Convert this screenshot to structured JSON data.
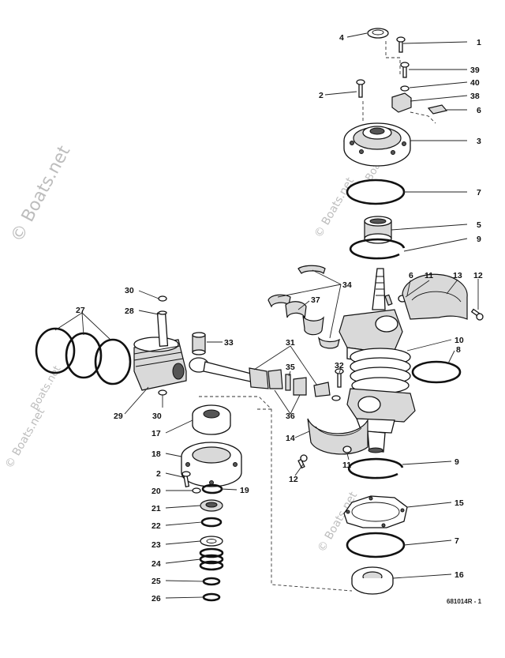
{
  "watermark": {
    "text": "© Boats.net",
    "secondary": "Boats.net",
    "color": "#bdbdbd"
  },
  "reference_code": "681014R - 1",
  "callouts": {
    "c1": "1",
    "c2a": "2",
    "c2b": "2",
    "c3": "3",
    "c4": "4",
    "c5": "5",
    "c6a": "6",
    "c6b": "6",
    "c7a": "7",
    "c7b": "7",
    "c8": "8",
    "c9a": "9",
    "c9b": "9",
    "c10": "10",
    "c11a": "11",
    "c11b": "11",
    "c12a": "12",
    "c12b": "12",
    "c13": "13",
    "c14": "14",
    "c15": "15",
    "c16": "16",
    "c17": "17",
    "c18": "18",
    "c19": "19",
    "c20": "20",
    "c21": "21",
    "c22": "22",
    "c23": "23",
    "c24": "24",
    "c25": "25",
    "c26": "26",
    "c27": "27",
    "c28": "28",
    "c29": "29",
    "c30a": "30",
    "c30b": "30",
    "c31": "31",
    "c32": "32",
    "c33": "33",
    "c34": "34",
    "c35": "35",
    "c36": "36",
    "c37": "37",
    "c38": "38",
    "c39": "39",
    "c40": "40"
  }
}
